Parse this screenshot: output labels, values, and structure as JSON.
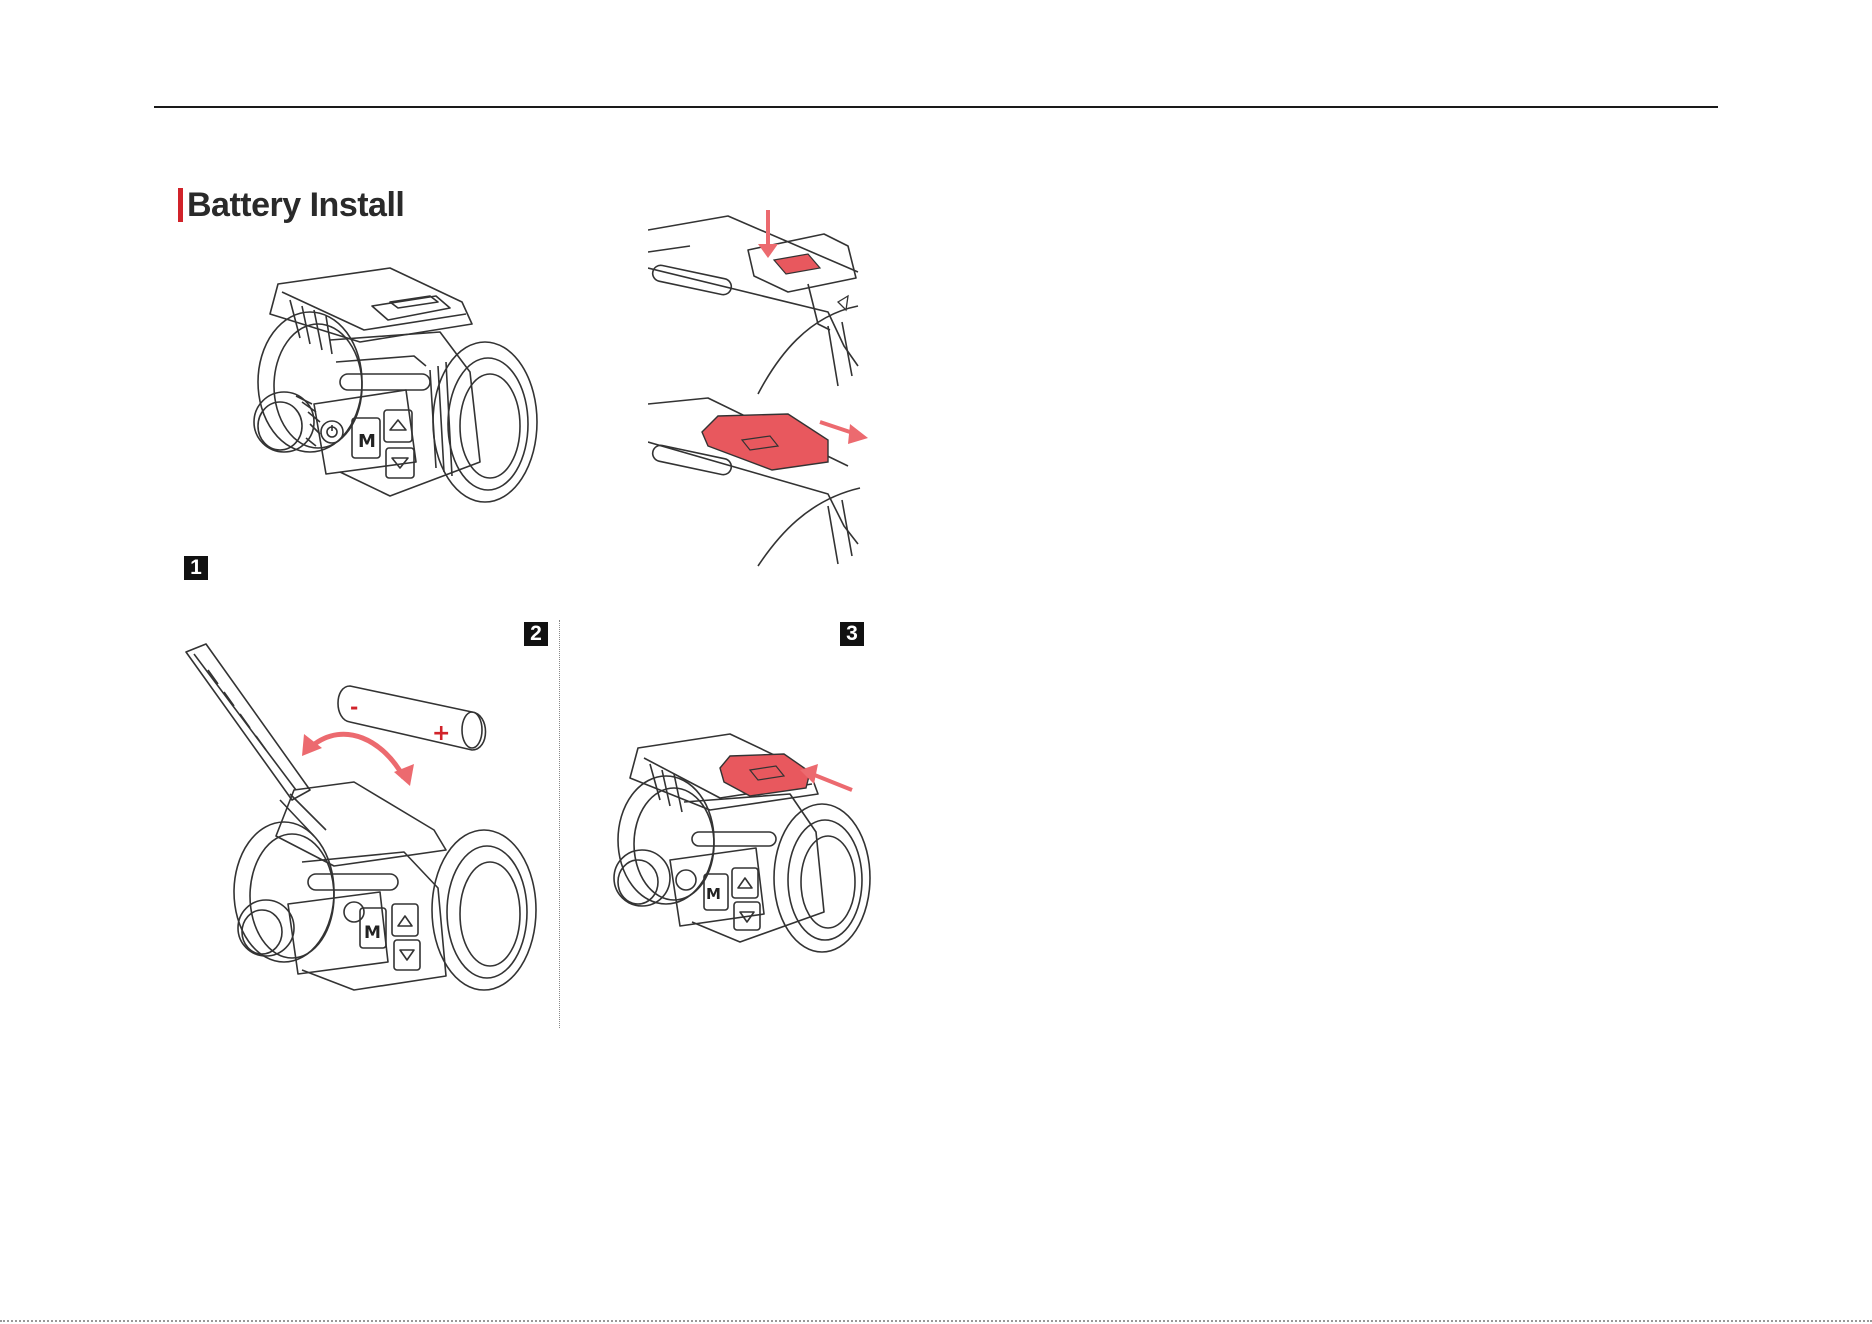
{
  "page": {
    "title": "Battery Install",
    "accent_color": "#d1232a",
    "highlight_color": "#e8585e",
    "arrow_color": "#ec6a6f"
  },
  "steps": [
    {
      "label": "1"
    },
    {
      "label": "2"
    },
    {
      "label": "3"
    }
  ],
  "device": {
    "button_mode_label": "M",
    "battery_minus": "-",
    "battery_plus": "+"
  }
}
